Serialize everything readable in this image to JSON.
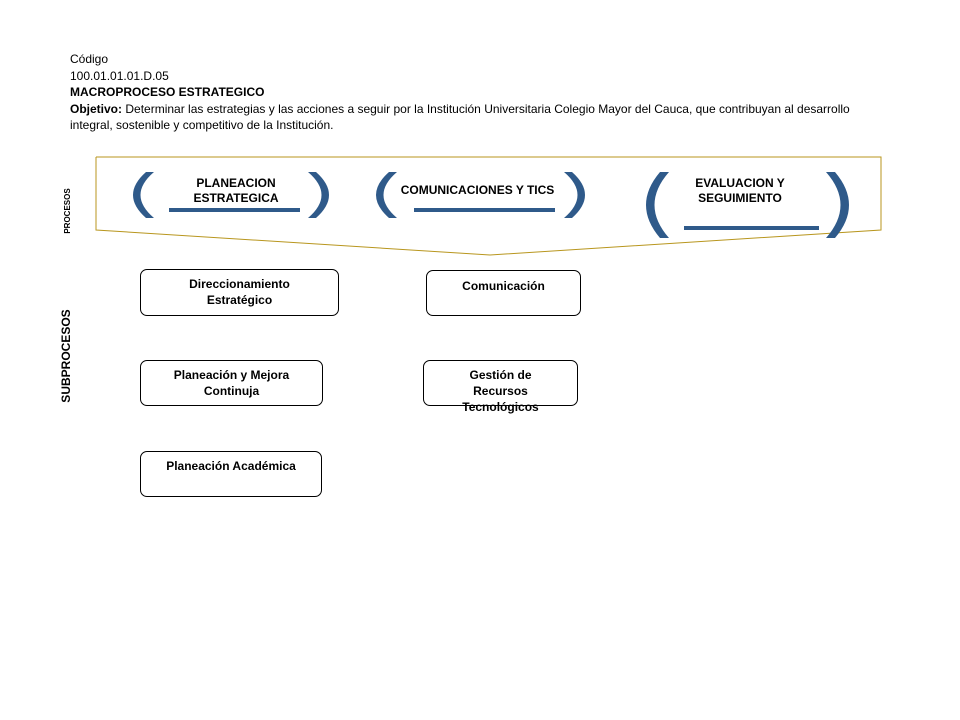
{
  "header": {
    "codigo_label": "Código",
    "codigo_value": "100.01.01.01.D.05",
    "title": "MACROPROCESO ESTRATEGICO",
    "objetivo_label": "Objetivo:",
    "objetivo_text": "Determinar las estrategias y las acciones a seguir por la Institución Universitaria Colegio Mayor del Cauca, que contribuyan al desarrollo integral, sostenible y competitivo de la Institución."
  },
  "side_labels": {
    "procesos": "PROCESOS",
    "subprocesos": "SUBPROCESOS"
  },
  "procesos": [
    {
      "label": "PLANEACION ESTRATEGICA"
    },
    {
      "label": "COMUNICACIONES Y TICS"
    },
    {
      "label": "EVALUACION Y SEGUIMIENTO"
    }
  ],
  "subprocesos": [
    {
      "label": "Direccionamiento Estratégico"
    },
    {
      "label": "Comunicación"
    },
    {
      "label": "Planeación y Mejora Continuja"
    },
    {
      "label": "Gestión de Recursos Tecnológicos"
    },
    {
      "label": "Planeación Académica"
    }
  ],
  "colors": {
    "frame": "#b8961e",
    "bracket": "#2f5a8a",
    "text": "#000000"
  }
}
